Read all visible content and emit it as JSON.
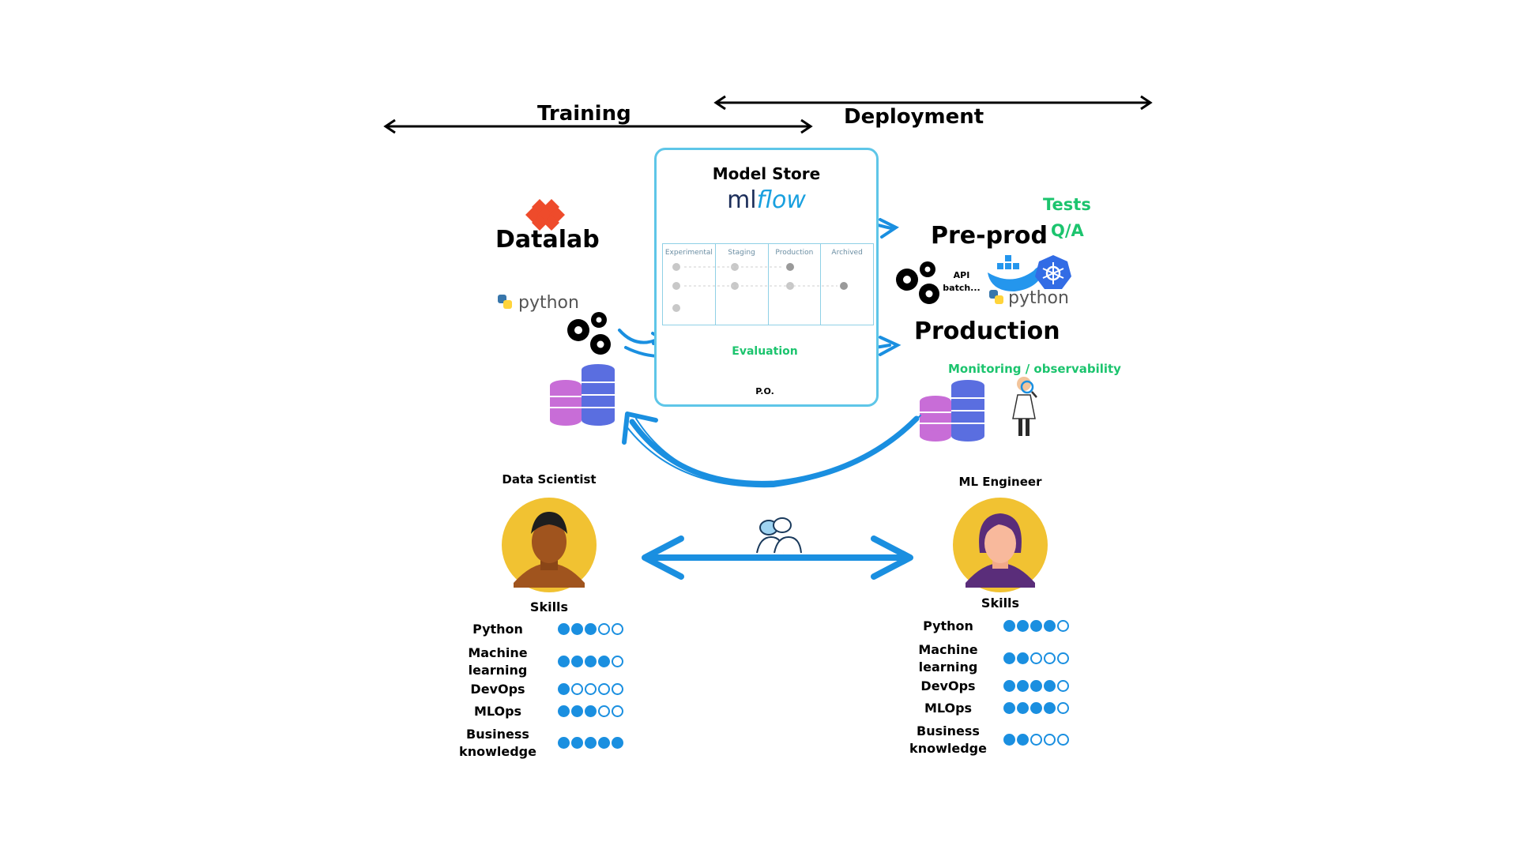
{
  "phases": {
    "training": "Training",
    "deployment": "Deployment"
  },
  "model_store": {
    "title": "Model Store",
    "logo_text_ml": "ml",
    "logo_text_flow": "flow",
    "stages": [
      "Experimental",
      "Staging",
      "Production",
      "Archived"
    ],
    "evaluation": "Evaluation",
    "po_label": "P.O."
  },
  "datalab": {
    "title": "Datalab",
    "python": "python"
  },
  "preprod": {
    "title": "Pre-prod",
    "tests": "Tests",
    "qa": "Q/A",
    "api_line1": "API",
    "api_line2": "batch...",
    "python": "python"
  },
  "production": {
    "title": "Production",
    "monitoring": "Monitoring / observability"
  },
  "data_scientist": {
    "title": "Data Scientist",
    "skills_title": "Skills",
    "skills": [
      {
        "line1": "Python",
        "line2": "",
        "level": 3
      },
      {
        "line1": "Machine",
        "line2": "learning",
        "level": 4
      },
      {
        "line1": "DevOps",
        "line2": "",
        "level": 1
      },
      {
        "line1": "MLOps",
        "line2": "",
        "level": 3
      },
      {
        "line1": "Business",
        "line2": "knowledge",
        "level": 5
      }
    ]
  },
  "ml_engineer": {
    "title": "ML Engineer",
    "skills_title": "Skills",
    "skills": [
      {
        "line1": "Python",
        "line2": "",
        "level": 4
      },
      {
        "line1": "Machine",
        "line2": "learning",
        "level": 2
      },
      {
        "line1": "DevOps",
        "line2": "",
        "level": 4
      },
      {
        "line1": "MLOps",
        "line2": "",
        "level": 4
      },
      {
        "line1": "Business",
        "line2": "knowledge",
        "level": 2
      }
    ]
  },
  "skill_scale_max": 5,
  "colors": {
    "accent_blue": "#1a8fe0",
    "box_border": "#5ec6e8",
    "green": "#1cc46e",
    "datalab_red": "#ee4b2b",
    "avatar_yellow": "#f1c232"
  }
}
